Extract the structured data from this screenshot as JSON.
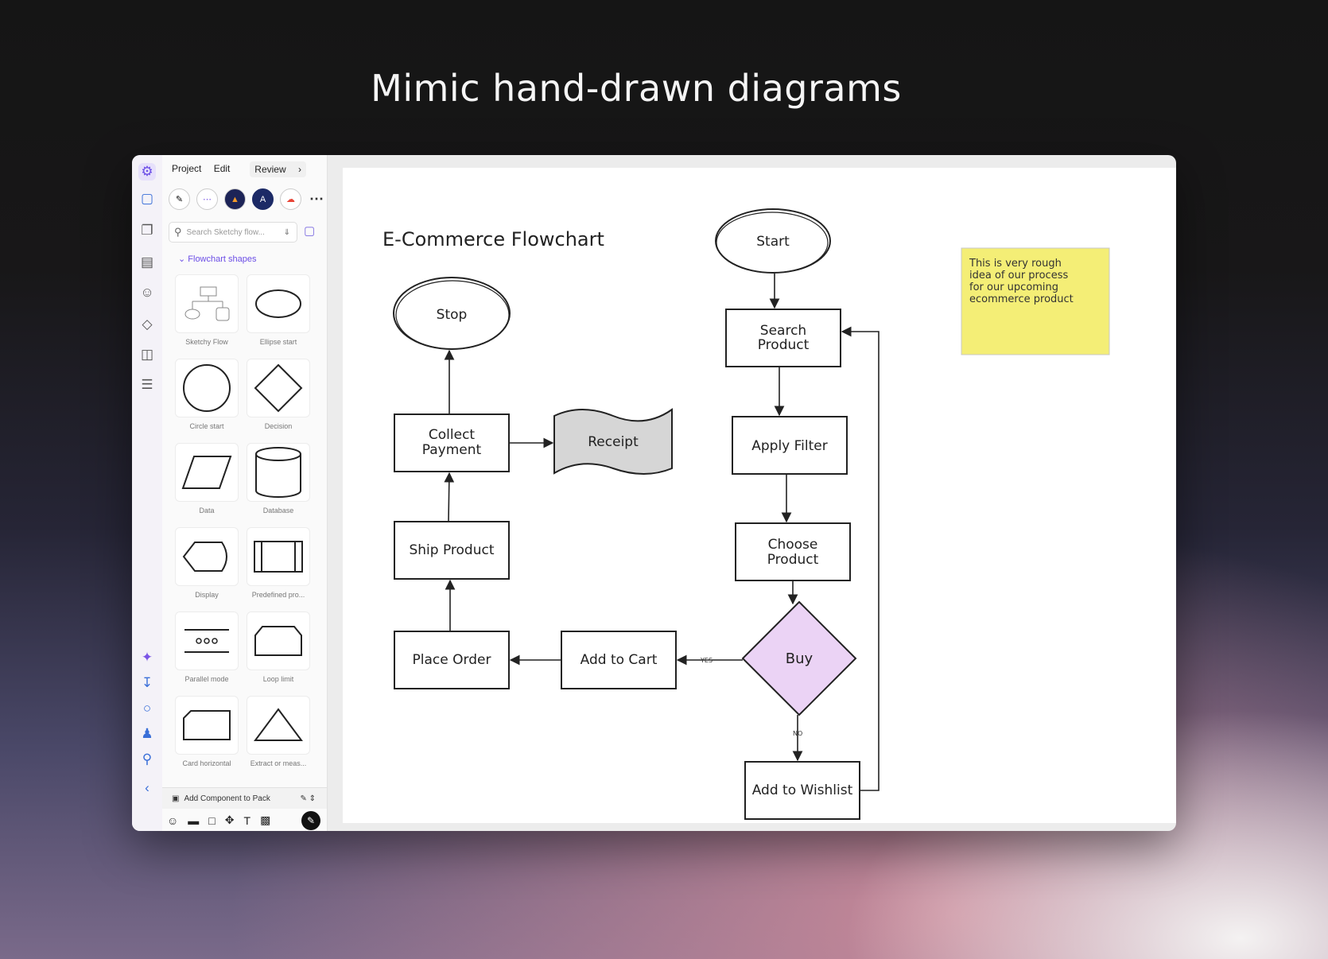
{
  "promo": {
    "title": "Mimic hand-drawn diagrams"
  },
  "menu": {
    "project": "Project",
    "edit": "Edit",
    "review": "Review"
  },
  "plugins": [
    "sketchy",
    "flow",
    "bitbucket",
    "azure",
    "gcloud"
  ],
  "search": {
    "placeholder": "Search Sketchy flow..."
  },
  "section": {
    "label": "Flowchart shapes"
  },
  "shapes": [
    {
      "label": "Sketchy Flow",
      "icon": "sketchy-flow-icon"
    },
    {
      "label": "Ellipse start",
      "icon": "ellipse-icon"
    },
    {
      "label": "Circle start",
      "icon": "circle-icon"
    },
    {
      "label": "Decision",
      "icon": "diamond-icon"
    },
    {
      "label": "Data",
      "icon": "parallelogram-icon"
    },
    {
      "label": "Database",
      "icon": "cylinder-icon"
    },
    {
      "label": "Display",
      "icon": "display-icon"
    },
    {
      "label": "Predefined pro...",
      "icon": "predefined-process-icon"
    },
    {
      "label": "Parallel mode",
      "icon": "parallel-mode-icon"
    },
    {
      "label": "Loop limit",
      "icon": "loop-limit-icon"
    },
    {
      "label": "Card horizontal",
      "icon": "card-icon"
    },
    {
      "label": "Extract or meas...",
      "icon": "triangle-icon"
    }
  ],
  "bottom": {
    "add_component": "Add Component to Pack"
  },
  "flowchart": {
    "title": "E-Commerce Flowchart",
    "nodes": {
      "start": "Start",
      "search_1": "Search",
      "search_2": "Product",
      "apply_filter": "Apply Filter",
      "choose_1": "Choose",
      "choose_2": "Product",
      "buy": "Buy",
      "add_to_wishlist": "Add to Wishlist",
      "add_to_cart": "Add to Cart",
      "place_order": "Place Order",
      "ship_product": "Ship Product",
      "collect_1": "Collect",
      "collect_2": "Payment",
      "receipt": "Receipt",
      "stop": "Stop"
    },
    "edge_labels": {
      "yes": "YES",
      "no": "NO"
    }
  },
  "sticky": {
    "line1": "This is very rough",
    "line2": "idea of our process",
    "line3": "for our upcoming",
    "line4": "ecommerce product",
    "color": "#f4ee76"
  }
}
